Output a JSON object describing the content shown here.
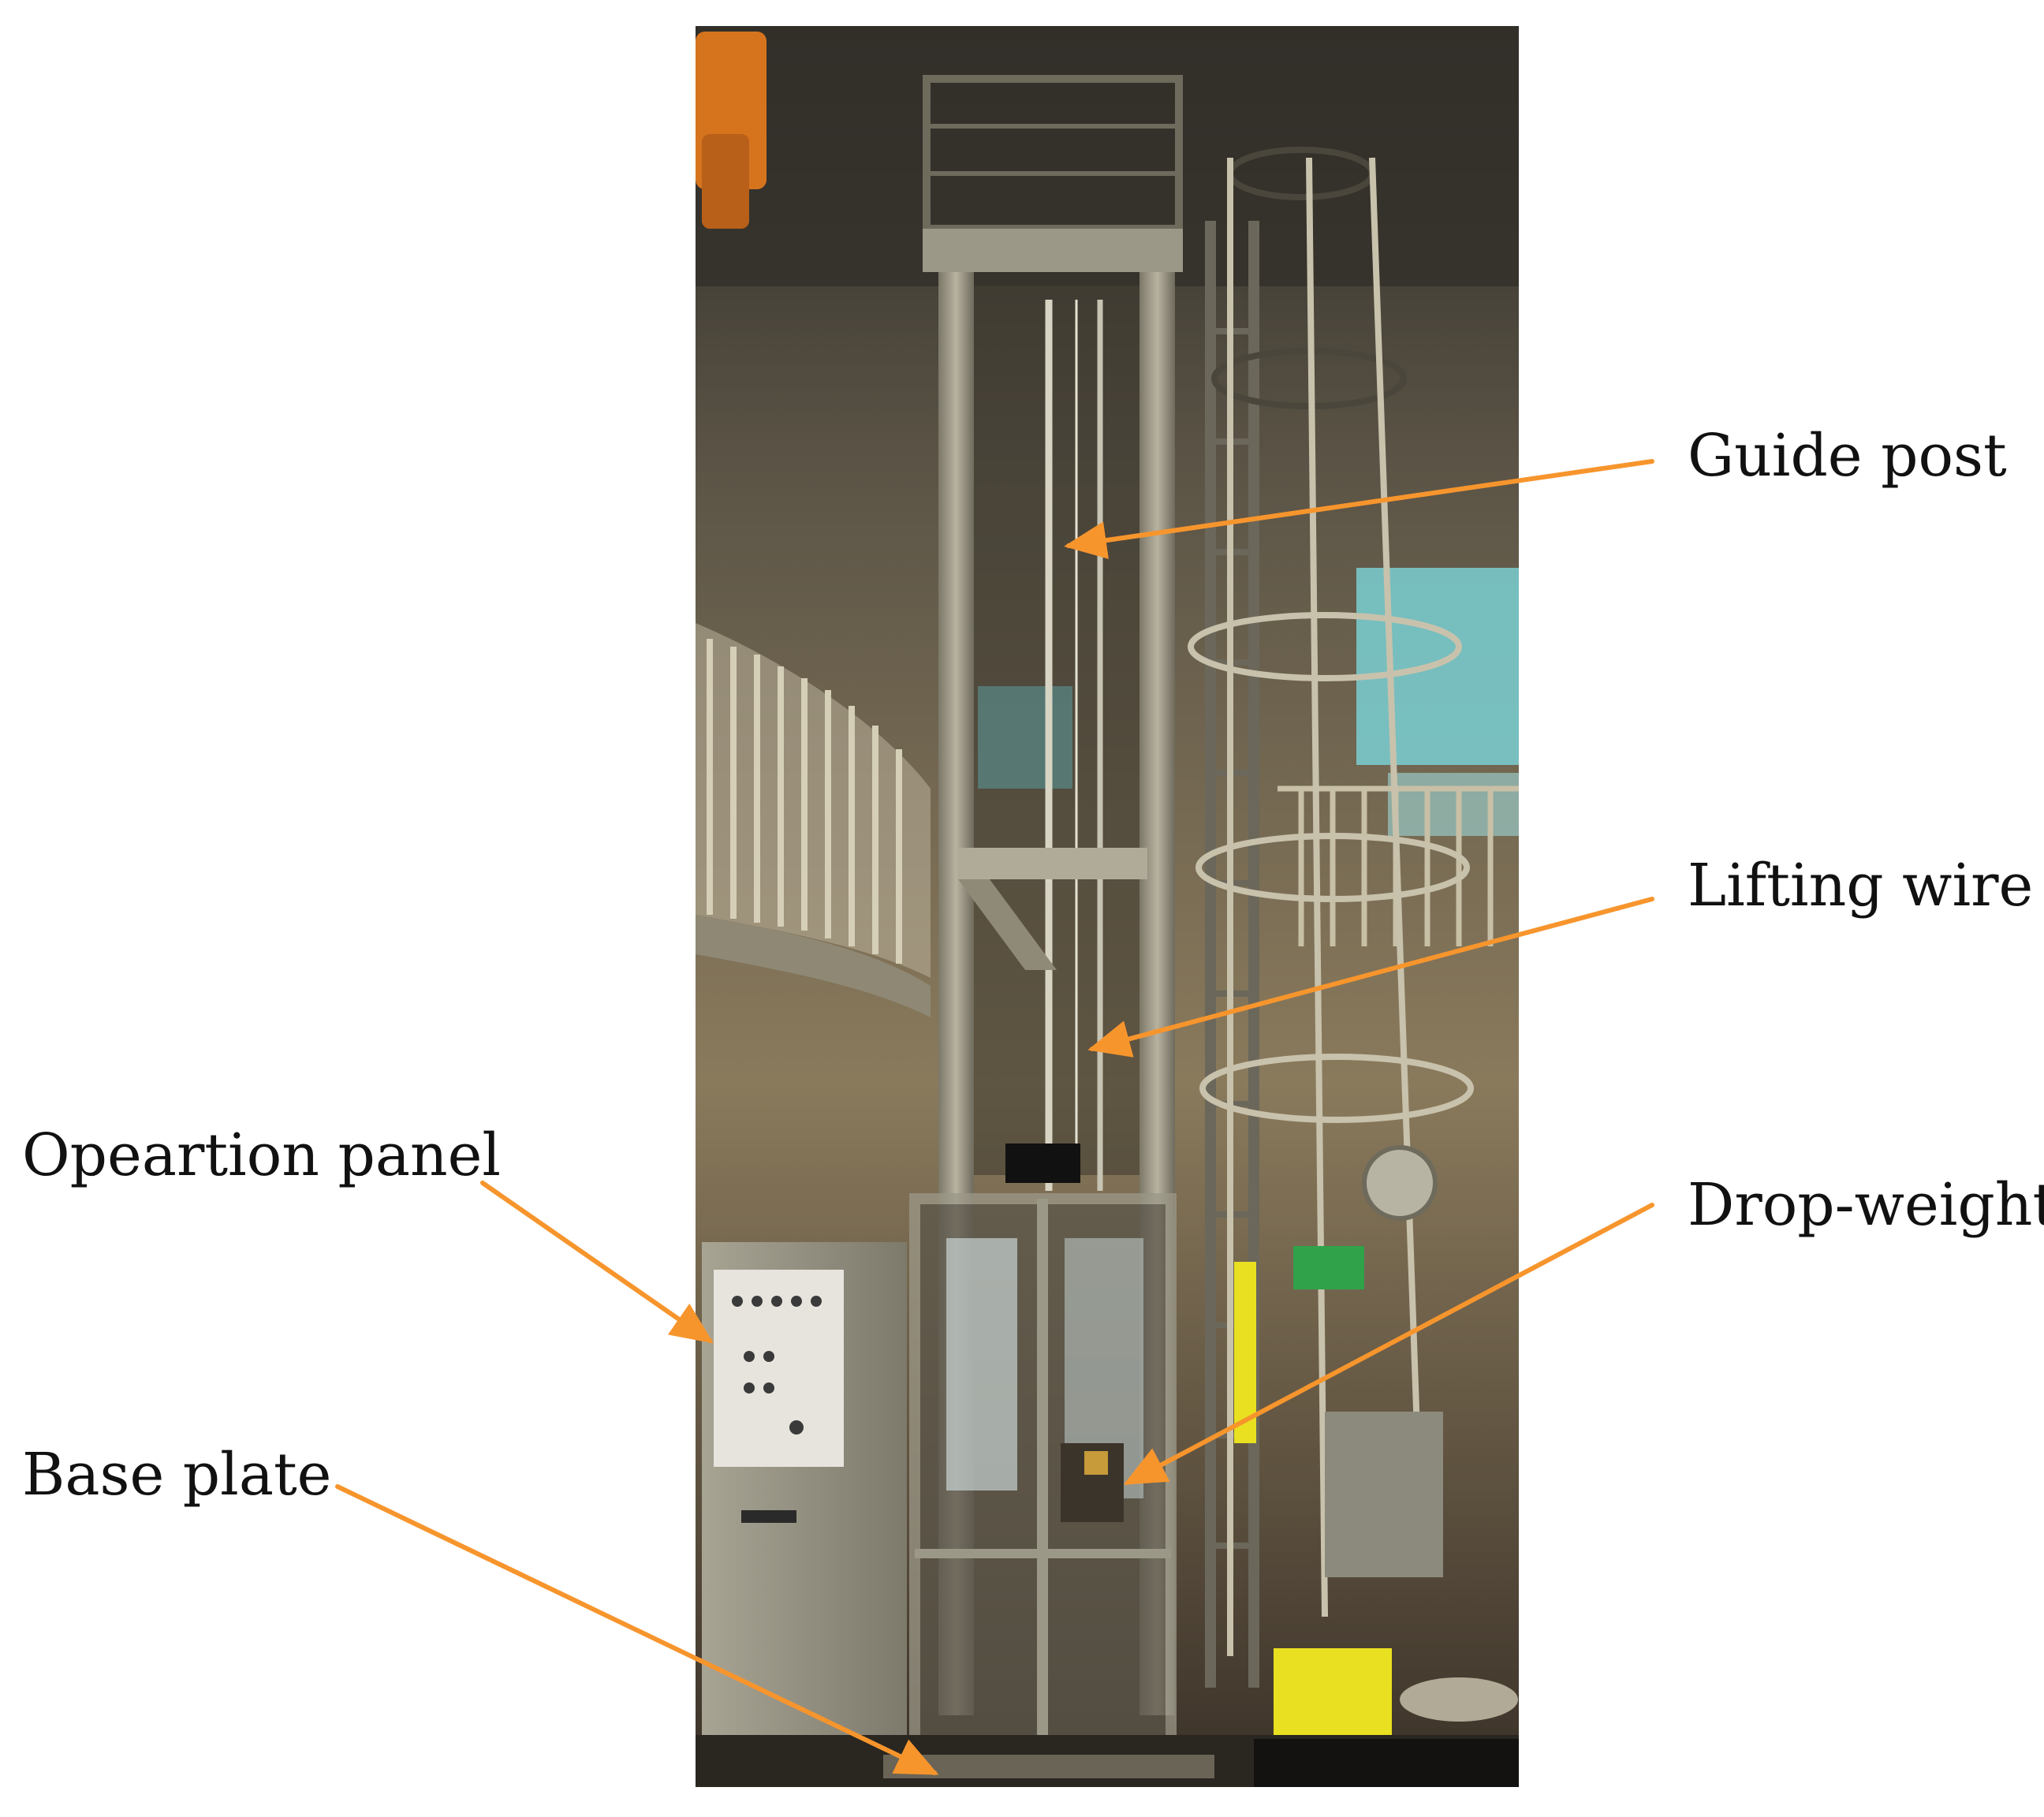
{
  "labels": {
    "guide_post": "Guide post",
    "lifting_wire": "Lifting wire",
    "operation_panel": "Opeartion panel",
    "drop_weight": "Drop-weight",
    "base_plate": "Base plate"
  },
  "colors": {
    "arrow": "#F7952D",
    "frame": "#9C9888",
    "frame_dark": "#6E6A5E",
    "wall": "#7A6E58",
    "wall_dark": "#3E3628",
    "ceiling": "#2E2A24",
    "window": "#7ACFD2",
    "yellow": "#E8E020",
    "floor": "#2A2620"
  }
}
